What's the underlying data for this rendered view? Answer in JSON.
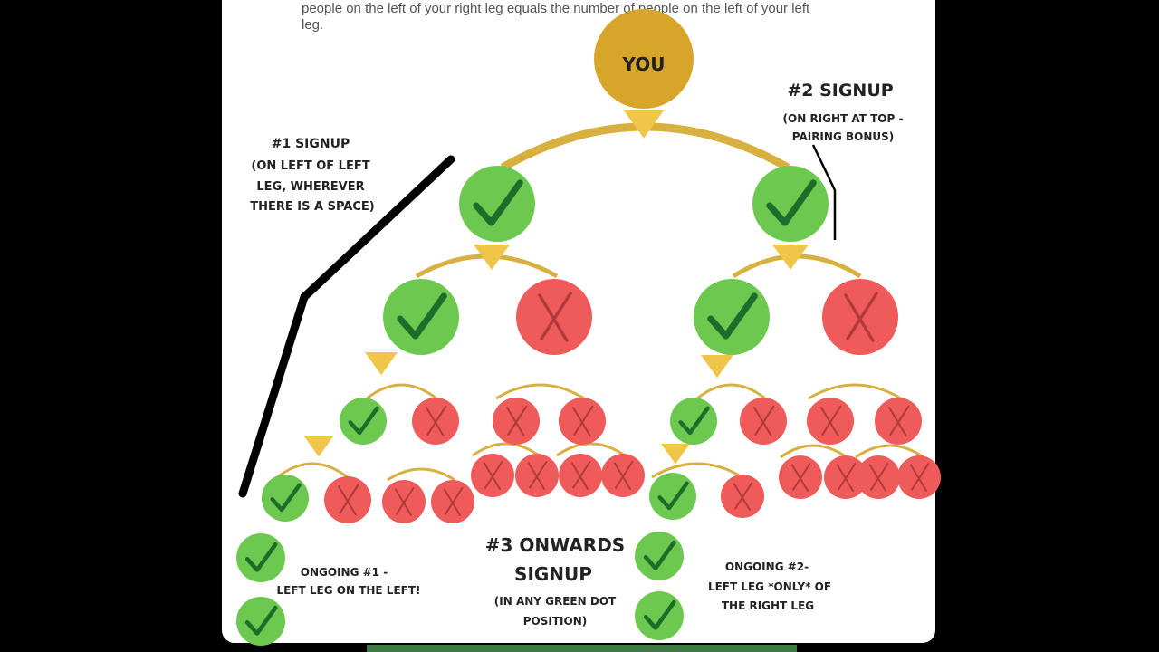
{
  "intro_text": [
    "people on the left of your right leg equals the number of people on the left of your left",
    "leg."
  ],
  "root_label": "YOU",
  "signup1": {
    "title": "#1 SIGNUP",
    "lines": [
      "(ON LEFT OF LEFT",
      "LEG, WHEREVER",
      "THERE IS A SPACE)"
    ]
  },
  "signup2": {
    "title": "#2 SIGNUP",
    "lines": [
      "(ON RIGHT AT TOP -",
      "PAIRING BONUS)"
    ]
  },
  "signup3": {
    "title": [
      "#3 ONWARDS",
      "SIGNUP"
    ],
    "lines": [
      "(IN ANY GREEN DOT",
      "POSITION)"
    ]
  },
  "ongoing1": [
    "ONGOING #1 -",
    "LEFT LEG ON THE LEFT!"
  ],
  "ongoing2": [
    "ONGOING #2-",
    "LEFT LEG *ONLY* OF",
    "THE RIGHT LEG"
  ],
  "colors": {
    "gold": "#D6A52A",
    "green": "#6CC84F",
    "check": "#1E6B2A",
    "red": "#EF5A5A",
    "cross": "#B03A3A",
    "arc": "#D8B040",
    "triangle": "#F0C64A",
    "pointer": "#000000"
  }
}
